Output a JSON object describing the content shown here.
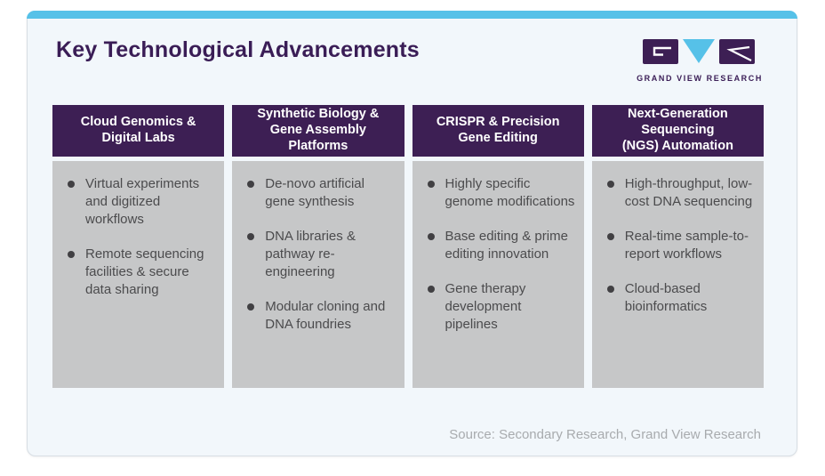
{
  "page": {
    "title": "Key Technological Advancements",
    "source": "Source: Secondary Research, Grand View Research"
  },
  "logo": {
    "caption": "GRAND VIEW RESEARCH"
  },
  "colors": {
    "accent_blue": "#56c1e8",
    "brand_purple": "#3d1f54",
    "panel_gray": "#c6c7c8",
    "card_bg": "#f2f7fb",
    "body_text": "#4b4b4d",
    "source_gray": "#a8abae"
  },
  "columns": [
    {
      "header": "Cloud Genomics &\nDigital Labs",
      "items": [
        "Virtual experiments and digitized workflows",
        "Remote sequencing facilities & secure data sharing"
      ]
    },
    {
      "header": "Synthetic Biology &\nGene Assembly\nPlatforms",
      "items": [
        "De-novo artificial gene synthesis",
        "DNA libraries & pathway re-engineering",
        "Modular cloning and DNA foundries"
      ]
    },
    {
      "header": "CRISPR & Precision\nGene Editing",
      "items": [
        "Highly specific genome modifications",
        "Base editing & prime editing innovation",
        "Gene therapy development pipelines"
      ]
    },
    {
      "header": "Next-Generation\nSequencing\n(NGS) Automation",
      "items": [
        "High-throughput, low-cost DNA sequencing",
        "Real-time sample-to-report workflows",
        "Cloud-based bioinformatics"
      ]
    }
  ]
}
